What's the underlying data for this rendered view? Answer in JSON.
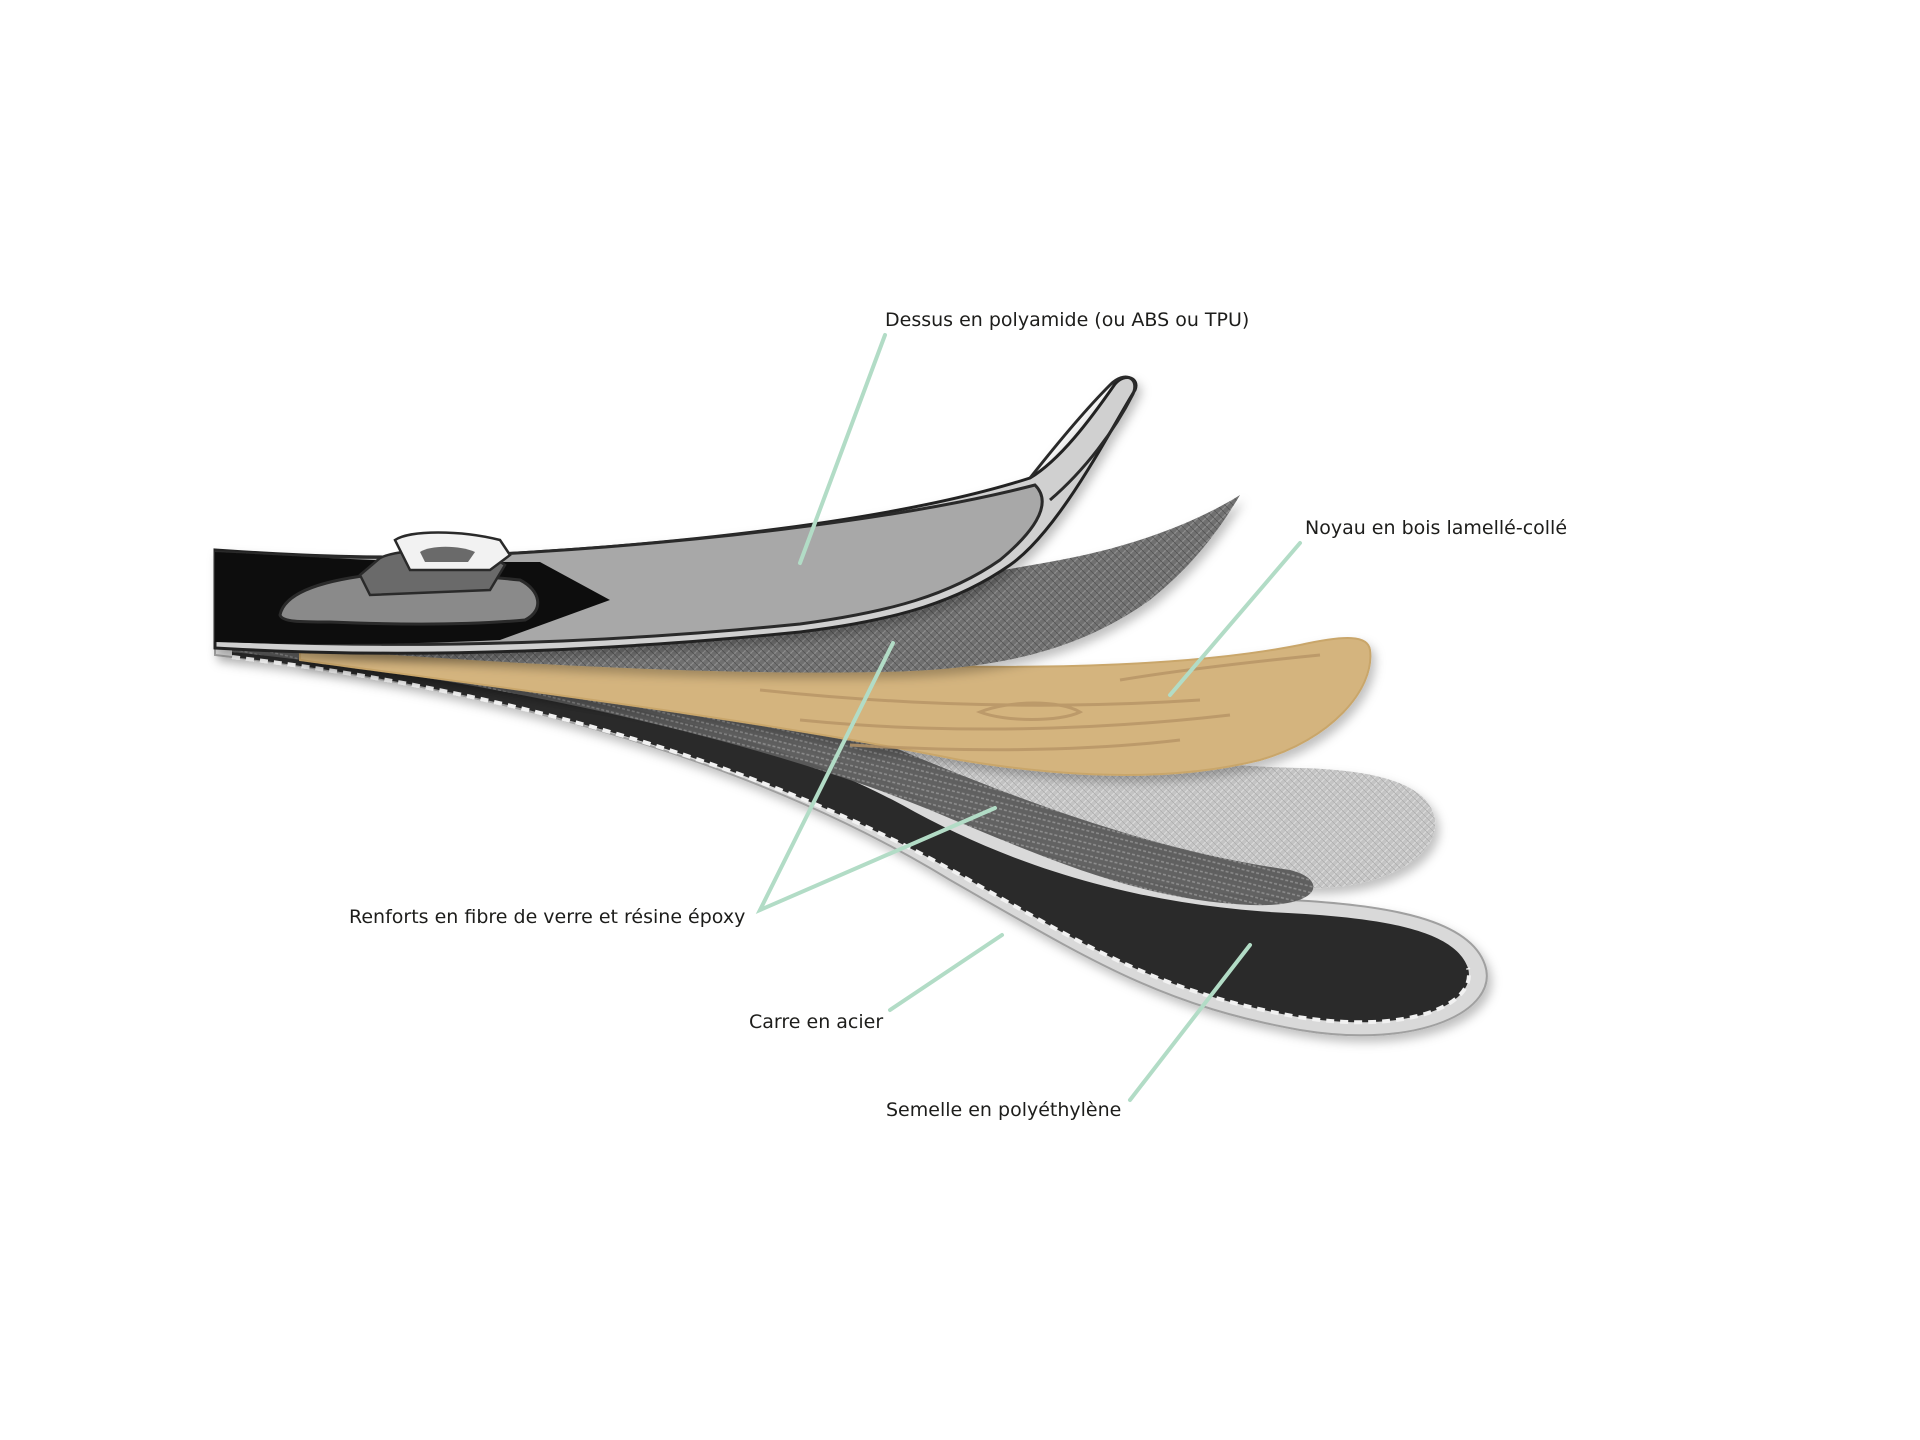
{
  "labels": {
    "top": "Dessus en polyamide (ou ABS ou TPU)",
    "core": "Noyau en bois lamellé-collé",
    "reinforcement": "Renforts en fibre de verre et résine époxy",
    "edge": "Carre en acier",
    "base": "Semelle en polyéthylène"
  },
  "colors": {
    "leader_line": "#b2dcc6",
    "label_text": "#1d1d1b",
    "top_sheet": "#a8a8a8",
    "top_black": "#111111",
    "wood_core": "#d4b47e",
    "fiberglass_dark": "#6c6c6c",
    "fiberglass_light": "#c8c8c8",
    "base_black": "#2a2a2a",
    "steel_edge": "#d9d9d9"
  }
}
